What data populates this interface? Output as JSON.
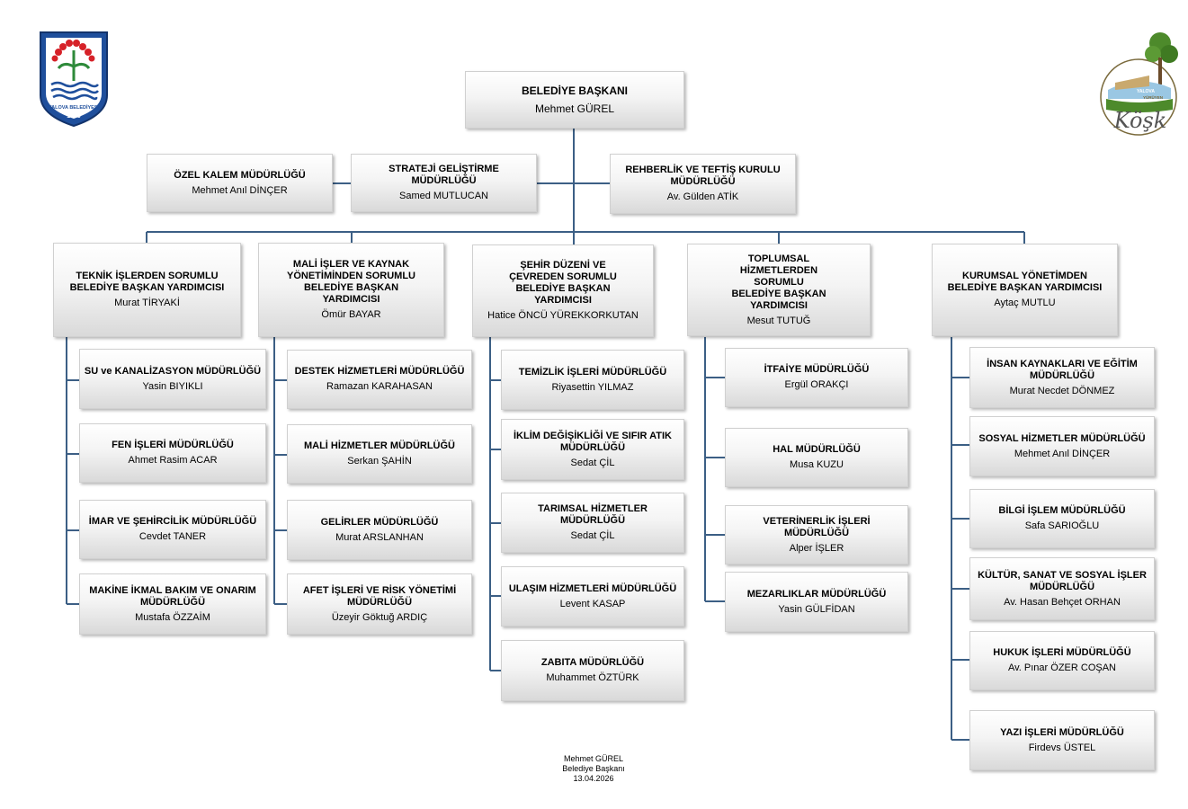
{
  "logos": {
    "left": {
      "text": "YALOVA BELEDİYESİ",
      "year": "1899",
      "icon": "yalova-belediyesi-seal"
    },
    "right": {
      "line1": "YALOVA",
      "line2": "YÜRÜYEN",
      "script": "Köşk",
      "icon": "yuruyen-kosk-logo"
    }
  },
  "colors": {
    "line": "#3c5f85",
    "box_top": "#ffffff",
    "box_bottom": "#d9d9d9",
    "text": "#000000"
  },
  "mayor": {
    "title": "BELEDİYE BAŞKANI",
    "name": "Mehmet GÜREL"
  },
  "staff": [
    {
      "title": "ÖZEL KALEM MÜDÜRLÜĞÜ",
      "name": "Mehmet Anıl DİNÇER"
    },
    {
      "title": "STRATEJİ GELİŞTİRME MÜDÜRLÜĞÜ",
      "name": "Samed MUTLUCAN"
    },
    {
      "title": "REHBERLİK VE TEFTİŞ KURULU MÜDÜRLÜĞÜ",
      "name": "Av. Gülden ATİK"
    }
  ],
  "deputies": [
    {
      "title": "TEKNİK İŞLERDEN SORUMLU\nBELEDİYE BAŞKAN YARDIMCISI",
      "name": "Murat TİRYAKİ",
      "units": [
        {
          "title": "SU ve KANALİZASYON MÜDÜRLÜĞÜ",
          "name": "Yasin BIYIKLI"
        },
        {
          "title": "FEN İŞLERİ MÜDÜRLÜĞÜ",
          "name": "Ahmet Rasim ACAR"
        },
        {
          "title": "İMAR VE ŞEHİRCİLİK MÜDÜRLÜĞÜ",
          "name": "Cevdet TANER"
        },
        {
          "title": "MAKİNE İKMAL BAKIM VE ONARIM MÜDÜRLÜĞÜ",
          "name": "Mustafa ÖZZAİM"
        }
      ]
    },
    {
      "title": "MALİ İŞLER VE KAYNAK YÖNETİMİNDEN SORUMLU\nBELEDİYE BAŞKAN YARDIMCISI",
      "name": "Ömür BAYAR",
      "units": [
        {
          "title": "DESTEK HİZMETLERİ MÜDÜRLÜĞÜ",
          "name": "Ramazan KARAHASAN"
        },
        {
          "title": "MALİ HİZMETLER MÜDÜRLÜĞÜ",
          "name": "Serkan ŞAHİN"
        },
        {
          "title": "GELİRLER MÜDÜRLÜĞÜ",
          "name": "Murat ARSLANHAN"
        },
        {
          "title": "AFET İŞLERİ VE RİSK YÖNETİMİ MÜDÜRLÜĞÜ",
          "name": "Üzeyir Göktuğ ARDIÇ"
        }
      ]
    },
    {
      "title": "ŞEHİR DÜZENİ VE ÇEVREDEN SORUMLU\nBELEDİYE BAŞKAN YARDIMCISI",
      "name": "Hatice ÖNCÜ YÜREKKORKUTAN",
      "units": [
        {
          "title": "TEMİZLİK İŞLERİ MÜDÜRLÜĞÜ",
          "name": "Riyasettin YILMAZ"
        },
        {
          "title": "İKLİM DEĞİŞİKLİĞİ VE SIFIR ATIK MÜDÜRLÜĞÜ",
          "name": "Sedat ÇİL"
        },
        {
          "title": "TARIMSAL HİZMETLER MÜDÜRLÜĞÜ",
          "name": "Sedat ÇİL"
        },
        {
          "title": "ULAŞIM HİZMETLERİ MÜDÜRLÜĞÜ",
          "name": "Levent KASAP"
        },
        {
          "title": "ZABITA MÜDÜRLÜĞÜ",
          "name": "Muhammet ÖZTÜRK"
        }
      ]
    },
    {
      "title": "TOPLUMSAL HİZMETLERDEN SORUMLU\nBELEDİYE BAŞKAN YARDIMCISI",
      "name": "Mesut TUTUĞ",
      "units": [
        {
          "title": "İTFAİYE MÜDÜRLÜĞÜ",
          "name": "Ergül ORAKÇI"
        },
        {
          "title": "HAL MÜDÜRLÜĞÜ",
          "name": "Musa KUZU"
        },
        {
          "title": "VETERİNERLİK İŞLERİ MÜDÜRLÜĞÜ",
          "name": "Alper İŞLER"
        },
        {
          "title": "MEZARLIKLAR MÜDÜRLÜĞÜ",
          "name": "Yasin GÜLFİDAN"
        }
      ]
    },
    {
      "title": "KURUMSAL YÖNETİMDEN\nBELEDİYE BAŞKAN YARDIMCISI",
      "name": "Aytaç MUTLU",
      "units": [
        {
          "title": "İNSAN KAYNAKLARI VE EĞİTİM MÜDÜRLÜĞÜ",
          "name": "Murat Necdet DÖNMEZ"
        },
        {
          "title": "SOSYAL HİZMETLER MÜDÜRLÜĞÜ",
          "name": "Mehmet Anıl DİNÇER"
        },
        {
          "title": "BİLGİ İŞLEM MÜDÜRLÜĞÜ",
          "name": "Safa SARIOĞLU"
        },
        {
          "title": "KÜLTÜR, SANAT VE SOSYAL İŞLER MÜDÜRLÜĞÜ",
          "name": "Av. Hasan Behçet ORHAN"
        },
        {
          "title": "HUKUK İŞLERİ MÜDÜRLÜĞÜ",
          "name": "Av. Pınar ÖZER COŞAN"
        },
        {
          "title": "YAZI İŞLERİ MÜDÜRLÜĞÜ",
          "name": "Firdevs ÜSTEL"
        }
      ]
    }
  ],
  "footer": {
    "name": "Mehmet GÜREL",
    "role": "Belediye Başkanı",
    "date": "13.04.2026"
  }
}
